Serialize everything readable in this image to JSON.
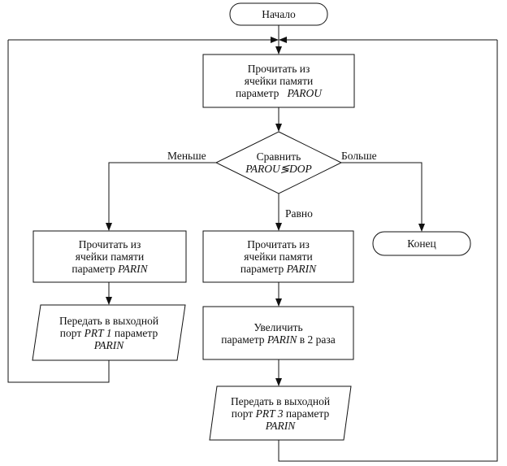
{
  "start": "Начало",
  "read_parou": {
    "line1": "Прочитать из",
    "line2": "ячейки памяти",
    "line3_prefix": "параметр",
    "line3_var": "PAROU"
  },
  "compare": {
    "line1": "Сравнить",
    "line2": "PAROU≶DOP"
  },
  "branches": {
    "less": "Меньше",
    "more": "Больше",
    "equal": "Равно"
  },
  "end": "Конец",
  "read_parin_left": {
    "line1": "Прочитать из",
    "line2": "ячейки памяти",
    "line3_prefix": "параметр",
    "line3_var": "PARIN"
  },
  "read_parin_mid": {
    "line1": "Прочитать из",
    "line2": "ячейки памяти",
    "line3_prefix": "параметр",
    "line3_var": "PARIN"
  },
  "output_prt1": {
    "line1": "Передать в выходной",
    "line2_prefix": "порт",
    "line2_var": "PRT 1",
    "line2_suffix": "параметр",
    "line3_var": "PARIN"
  },
  "increase": {
    "line1": "Увеличить",
    "line2_prefix": "параметр",
    "line2_var": "PARIN",
    "line2_suffix": "в 2 раза"
  },
  "output_prt3": {
    "line1": "Передать в выходной",
    "line2_prefix": "порт",
    "line2_var": "PRT 3",
    "line2_suffix": "параметр",
    "line3_var": "PARIN"
  }
}
